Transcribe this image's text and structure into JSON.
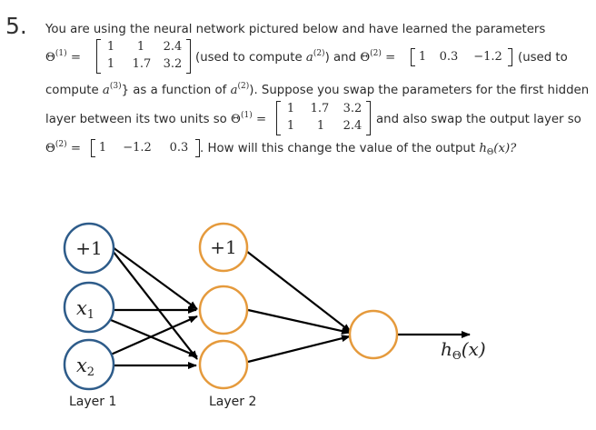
{
  "question": {
    "number": "5.",
    "intro": "You are using the neural network pictured below and have learned the parameters",
    "theta1_lhs": "Θ",
    "theta1_sup": "(1)",
    "equals": "=",
    "theta1": {
      "row1": [
        "1",
        "1",
        "2.4"
      ],
      "row2": [
        "1",
        "1.7",
        "3.2"
      ]
    },
    "used_to_compute_1": "(used to compute",
    "a2": "a",
    "a2_sup": "(2)",
    "and_word": ") and",
    "theta2_sup": "(2)",
    "theta2": [
      "1",
      "0.3",
      "−1.2"
    ],
    "used_to": "(used to",
    "compute": "compute",
    "a3_sup": "(3)",
    "as_function": "} as a function of",
    "suppose": "). Suppose you swap the parameters for the first hidden",
    "layer_between": "layer between its two units so",
    "theta1_swapped": {
      "row1": [
        "1",
        "1.7",
        "3.2"
      ],
      "row2": [
        "1",
        "1",
        "2.4"
      ]
    },
    "and_also": "and also swap the output layer so",
    "theta2_swapped": [
      "1",
      "−1.2",
      "0.3"
    ],
    "how_will": ". How will this change the value of the output",
    "h": "h",
    "h_sub": "Θ",
    "h_arg": "(x)?"
  },
  "network": {
    "input_nodes": [
      "+1",
      "x",
      "x"
    ],
    "input_subs": [
      "",
      "1",
      "2"
    ],
    "hidden_bias": "+1",
    "output_label": "h",
    "output_sub": "Θ",
    "output_arg": "(x)",
    "layer1_label": "Layer 1",
    "layer2_label": "Layer 2",
    "colors": {
      "input": "#2e5c8a",
      "hidden": "#e59a3c",
      "output": "#e59a3c",
      "edge": "#000000"
    }
  }
}
